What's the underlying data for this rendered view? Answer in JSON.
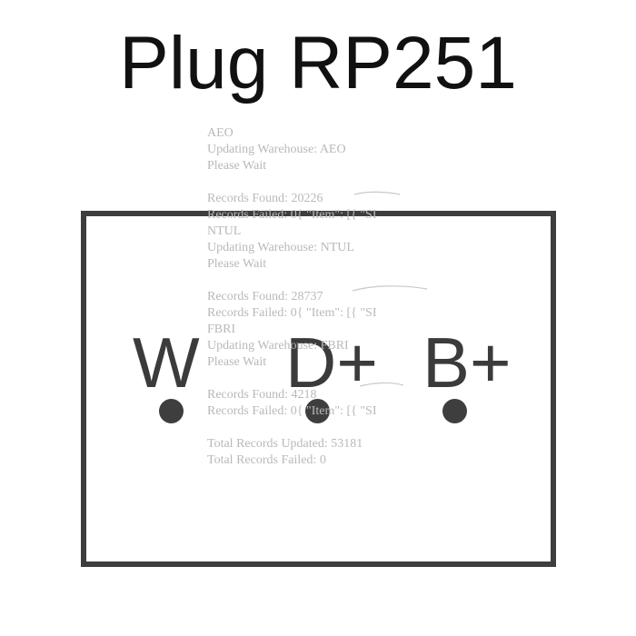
{
  "title": "Plug RP251",
  "pins": [
    {
      "label": "W"
    },
    {
      "label": "D+"
    },
    {
      "label": "B+"
    }
  ],
  "log": [
    "AEO",
    "Updating Warehouse: AEO",
    "Please Wait",
    "",
    "Records Found: 20226",
    "Records Failed: 0{ \"Item\": [{ \"SI",
    "NTUL",
    "Updating Warehouse: NTUL",
    "Please Wait",
    "",
    "Records Found: 28737",
    "Records Failed: 0{ \"Item\": [{ \"SI",
    "FBRI",
    "Updating Warehouse: FBRI",
    "Please Wait",
    "",
    "Records Found: 4218",
    "Records Failed: 0{ \"Item\": [{ \"SI",
    "",
    "Total Records Updated: 53181",
    "Total Records Failed: 0"
  ],
  "colors": {
    "outline": "#3e3e3e",
    "title": "#111111",
    "log_text": "#b9b9b9"
  }
}
